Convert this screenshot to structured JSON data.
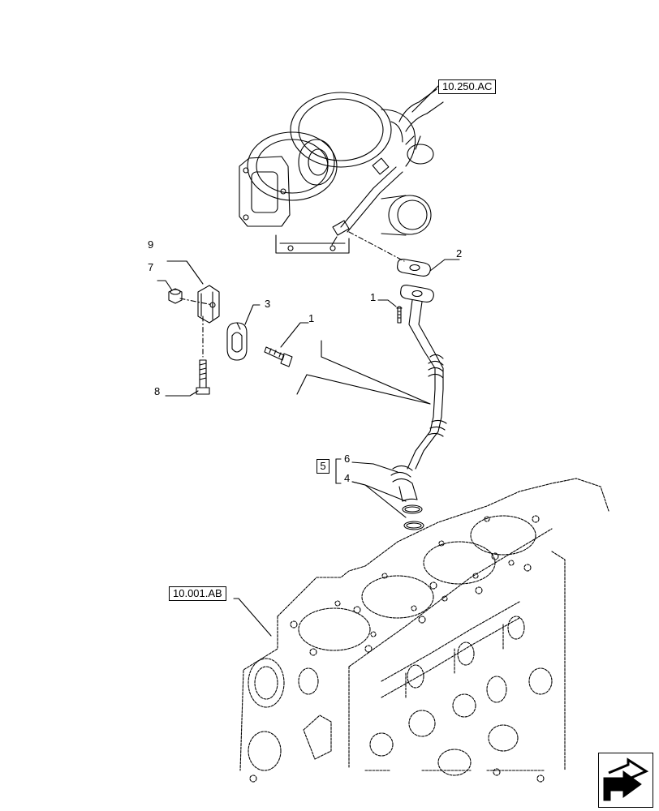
{
  "references": {
    "turbo": "10.250.AC",
    "engine_block": "10.001.AB"
  },
  "callouts": {
    "item_1_upper": "1",
    "item_1_lower": "1",
    "item_2": "2",
    "item_3": "3",
    "item_4": "4",
    "item_5": "5",
    "item_6": "6",
    "item_7": "7",
    "item_8": "8",
    "item_9": "9"
  },
  "icons": {
    "navigation": "next-page-arrow-icon"
  }
}
